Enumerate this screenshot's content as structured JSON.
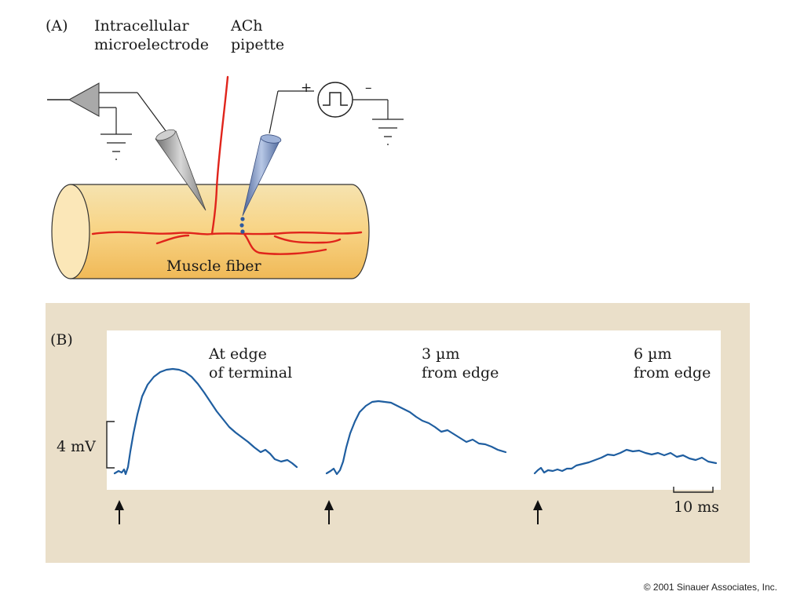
{
  "panel_a": {
    "label": "(A)",
    "electrode_label_line1": "Intracellular",
    "electrode_label_line2": "microelectrode",
    "pipette_label_line1": "ACh",
    "pipette_label_line2": "pipette",
    "plus_sign": "+",
    "minus_sign": "–",
    "fiber_label": "Muscle fiber",
    "colors": {
      "nerve": "#e0241b",
      "pipette": "#6f88b8",
      "electrode": "#9a9a9a",
      "fiber": "#f7d27c"
    }
  },
  "panel_b": {
    "label": "(B)",
    "scale_v_label": "4 mV",
    "scale_t_label": "10 ms",
    "traces": [
      {
        "line1": "At edge",
        "line2": "of terminal"
      },
      {
        "line1": "3 µm",
        "line2": "from edge"
      },
      {
        "line1": "6 µm",
        "line2": "from edge"
      }
    ],
    "colors": {
      "trace": "#1f5ea0",
      "background": "#eadfc9"
    }
  },
  "footer": {
    "copyright": "© 2001 Sinauer Associates, Inc."
  }
}
